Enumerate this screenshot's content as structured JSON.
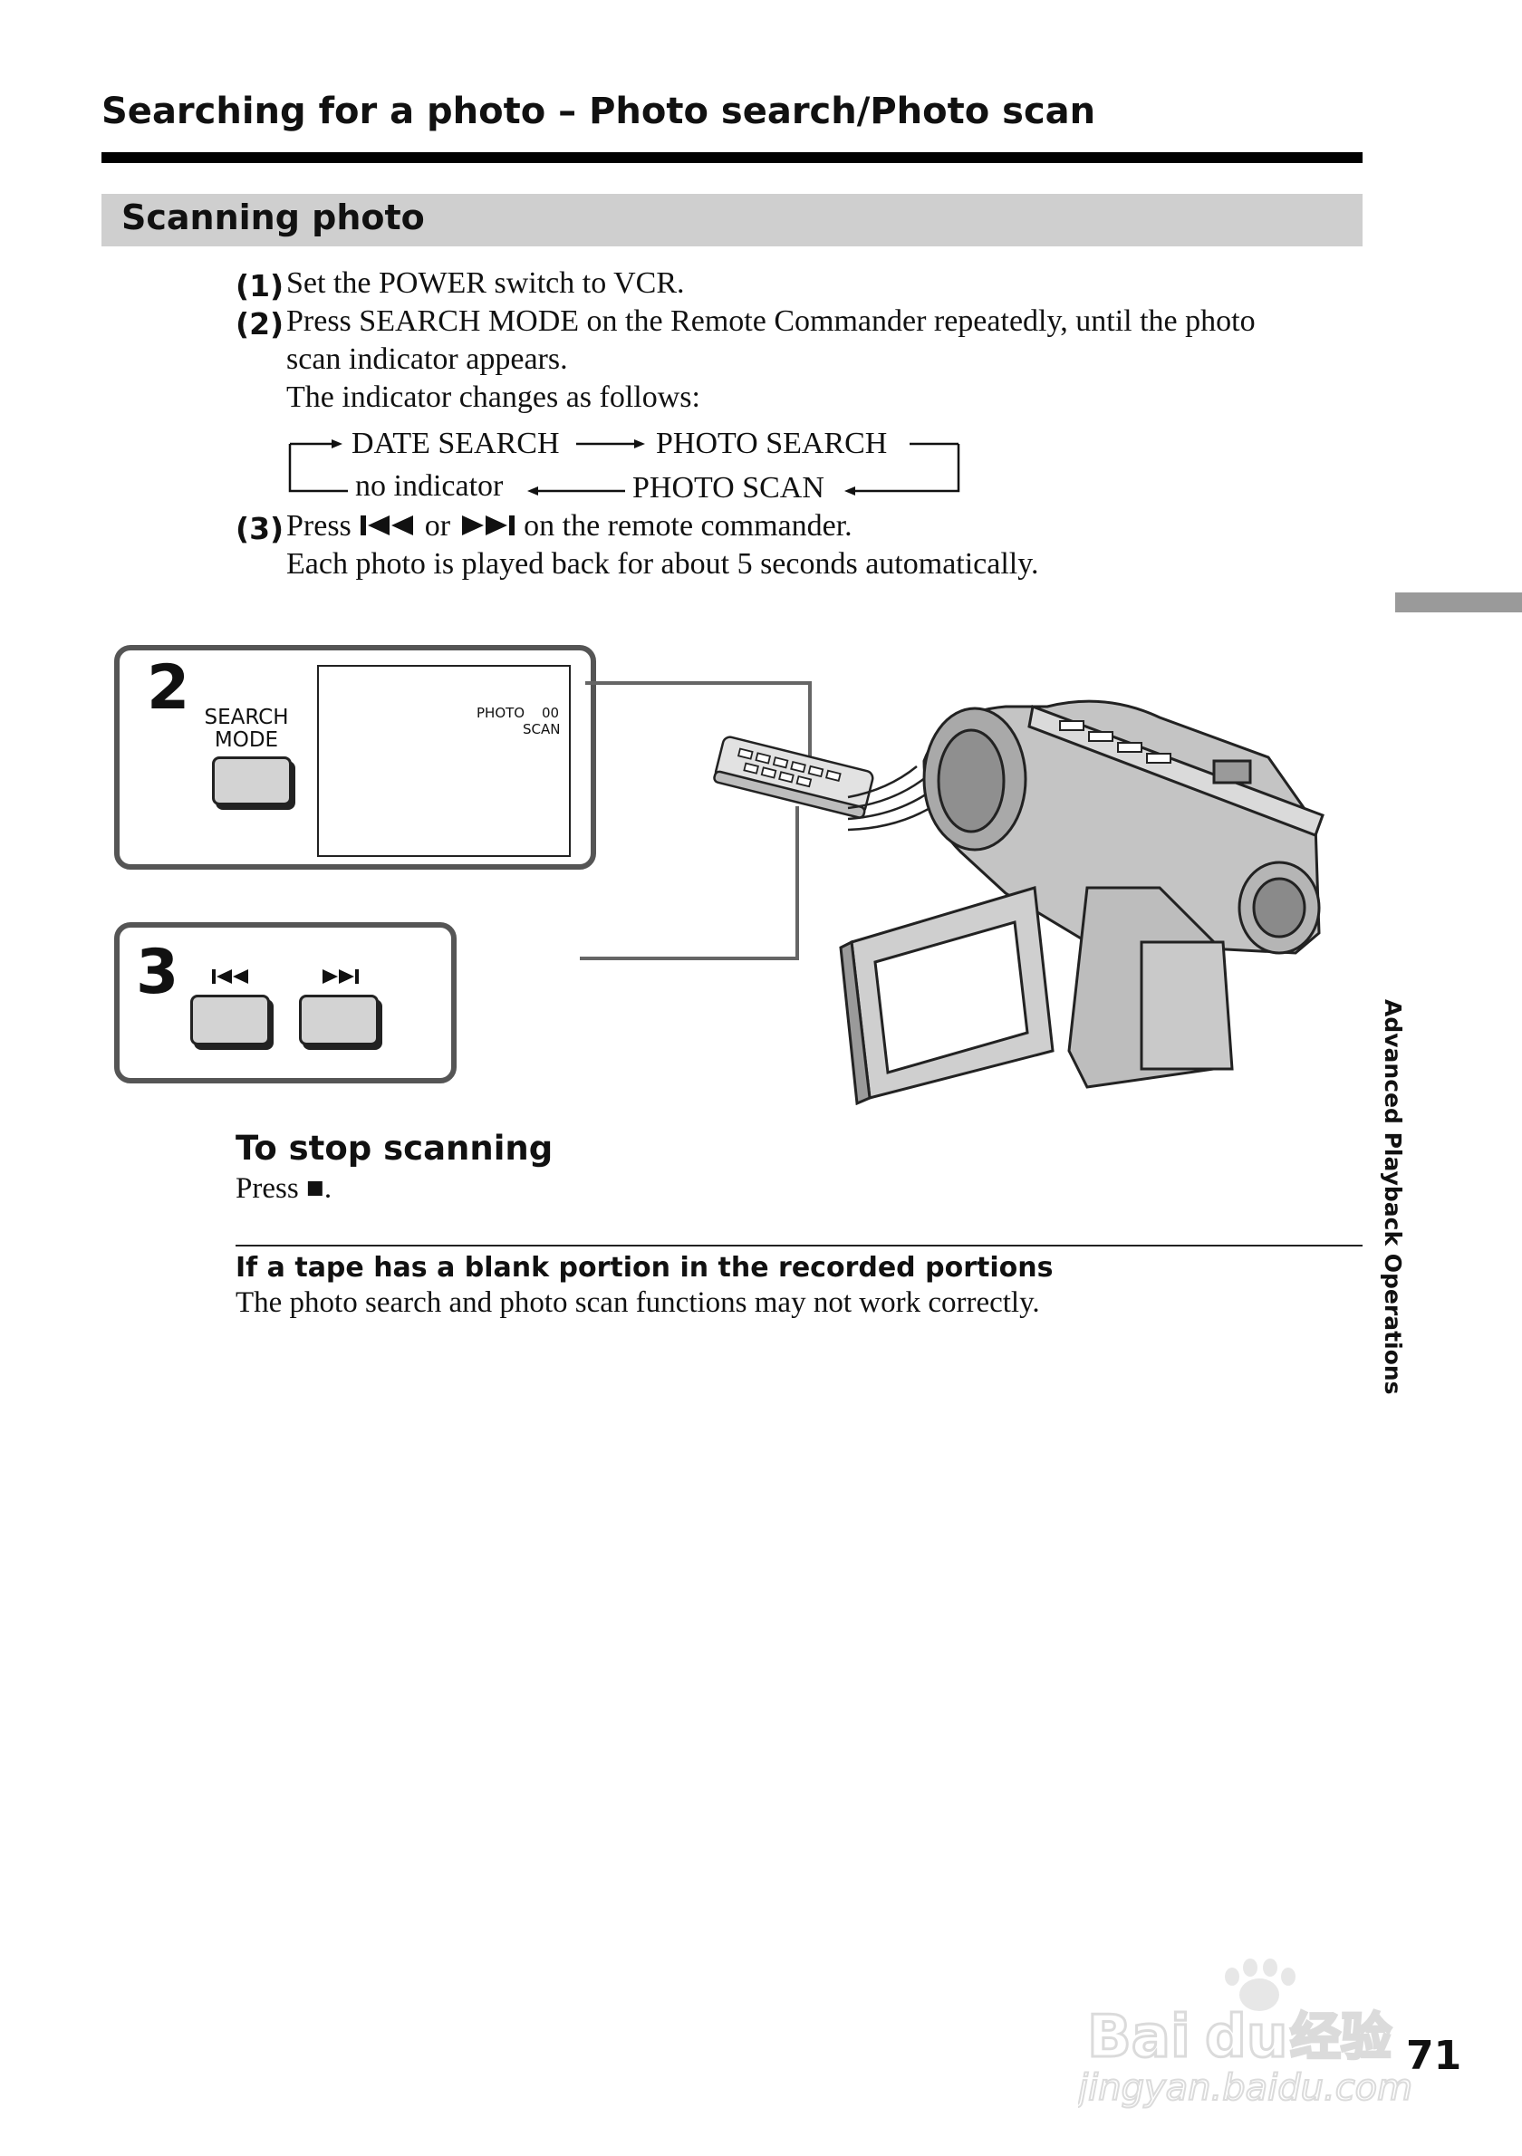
{
  "header": {
    "title": "Searching for a photo – Photo search/Photo scan"
  },
  "section": {
    "title": "Scanning photo"
  },
  "steps": [
    {
      "num": "(1)",
      "lines": [
        "Set the POWER switch to VCR."
      ]
    },
    {
      "num": "(2)",
      "lines": [
        "Press SEARCH MODE on the Remote Commander repeatedly, until the photo",
        "scan indicator appears.",
        "The indicator changes as follows:"
      ]
    },
    {
      "num": "(3)",
      "lines": [
        "on the remote commander.",
        "Each photo is played back for about 5 seconds automatically."
      ],
      "press": "Press",
      "or": "or"
    }
  ],
  "cycle": {
    "date_search": "DATE SEARCH",
    "photo_search": "PHOTO SEARCH",
    "no_indicator": "no indicator",
    "photo_scan": "PHOTO SCAN"
  },
  "illustration": {
    "panel2": {
      "step": "2",
      "button_label_line1": "SEARCH",
      "button_label_line2": "MODE",
      "screen_line1": "PHOTO",
      "screen_counter": "00",
      "screen_line2": "SCAN"
    },
    "panel3": {
      "step": "3"
    }
  },
  "stop": {
    "heading": "To stop scanning",
    "text": "Press ■."
  },
  "note": {
    "heading": "If a tape has a blank portion in the recorded portions",
    "text": "The photo search and photo scan functions may not work correctly."
  },
  "side_tab": "Advanced Playback Operations",
  "page_number": "71",
  "watermark": {
    "brand": "Bai",
    "brand2": "du",
    "cn": "经验",
    "url": "jingyan.baidu.com"
  },
  "icons": [
    "previous-track-icon",
    "next-track-icon",
    "stop-icon"
  ]
}
